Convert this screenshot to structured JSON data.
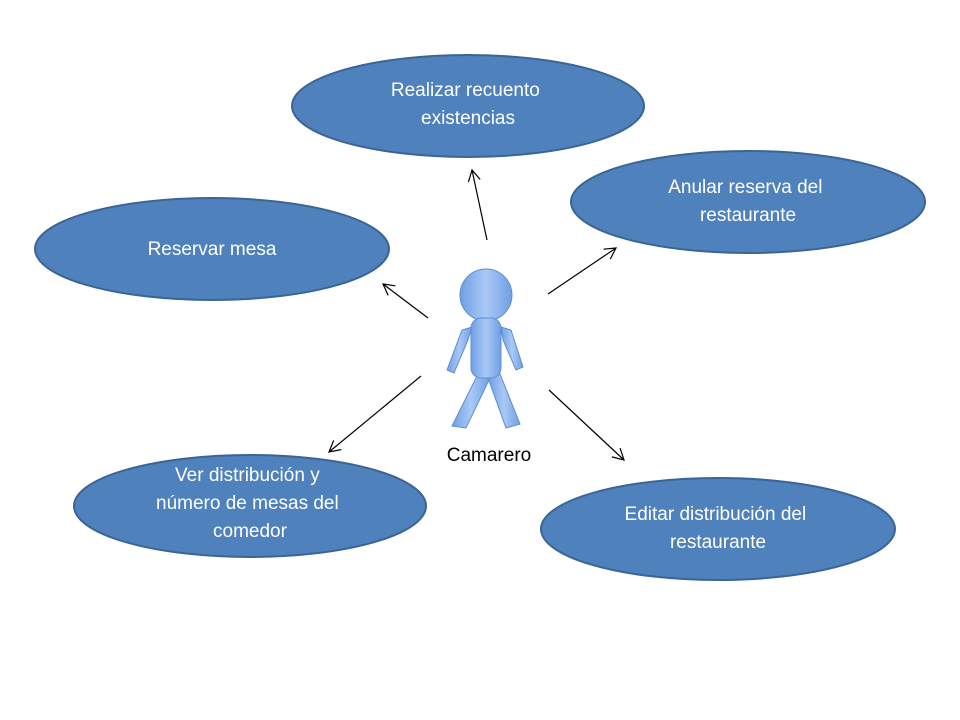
{
  "colors": {
    "ellipse_fill": "#4f81bd",
    "ellipse_stroke": "#3a6596",
    "actor_fill": "#8ab4ef",
    "actor_stroke": "#5f8fd0",
    "arrow": "#000000",
    "text_on_ellipse": "#ffffff"
  },
  "actor": {
    "label": "Camarero",
    "icon": "person-icon"
  },
  "use_cases": {
    "realizar_recuento": [
      "Realizar recuento",
      "existencias"
    ],
    "anular_reserva": [
      "Anular reserva del",
      "restaurante"
    ],
    "reservar_mesa": [
      "Reservar mesa"
    ],
    "ver_distribucion": [
      "Ver distribución y",
      "número de mesas del",
      "comedor"
    ],
    "editar_distribucion": [
      "Editar distribución del",
      "restaurante"
    ]
  }
}
